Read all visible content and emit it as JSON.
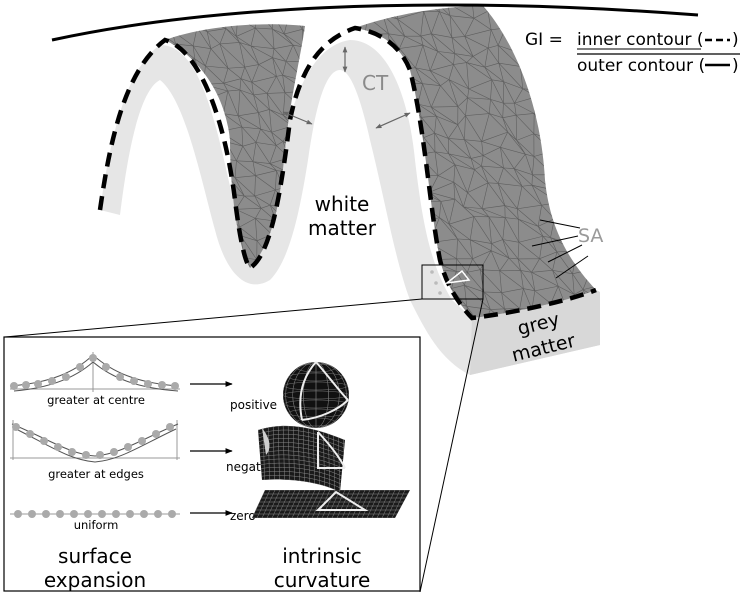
{
  "formula": {
    "lhs": "GI =",
    "numerator": "inner contour (",
    "numerator_close": ")",
    "denominator": "outer contour (",
    "denominator_close": ")"
  },
  "labels": {
    "ct": "CT",
    "white_matter": [
      "white",
      "matter"
    ],
    "grey_matter": [
      "grey",
      "matter"
    ],
    "sa": "SA"
  },
  "inset": {
    "surface_rows": [
      {
        "caption": "greater at centre",
        "result": "positive"
      },
      {
        "caption": "greater at edges",
        "result": "negative"
      },
      {
        "caption": "uniform",
        "result": "zero"
      }
    ],
    "surface_expansion": [
      "surface",
      "expansion"
    ],
    "intrinsic_curvature": [
      "intrinsic",
      "curvature"
    ]
  },
  "colors": {
    "grey_matter_fill": "#8c8c8c",
    "white_matter_fill": "#e6e6e6",
    "mesh_line": "#5e5e5e",
    "label_grey": "#8a8a8a",
    "outline": "#000000"
  }
}
